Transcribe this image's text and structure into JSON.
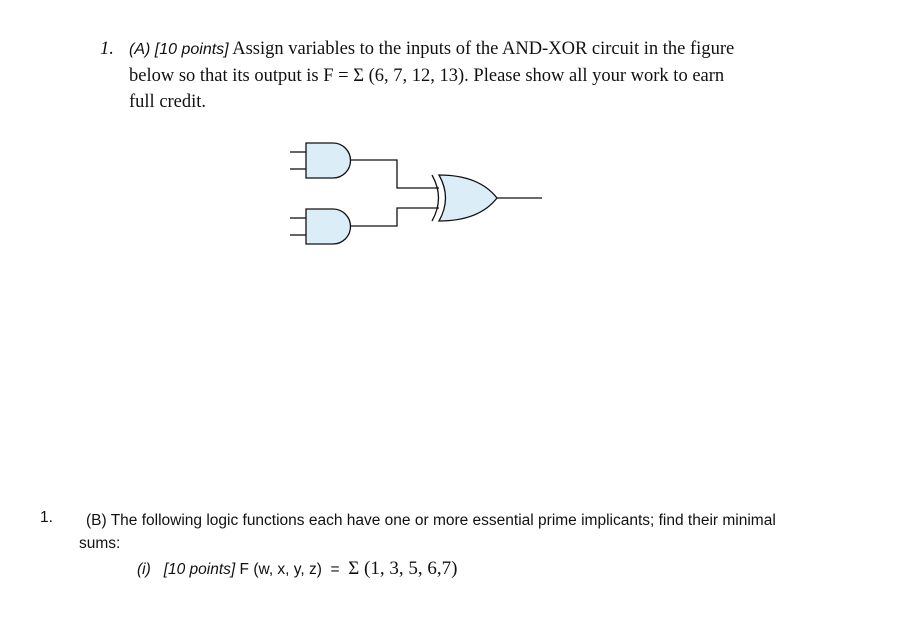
{
  "question_a": {
    "number": "1.",
    "label": "(A) [10 points]",
    "text_line1": "Assign variables to the inputs of the AND-XOR circuit in the figure",
    "text_line2": "below so that its output is F = Σ (6, 7, 12, 13). Please show all your work to earn",
    "text_line3": "full credit."
  },
  "circuit": {
    "gate_fill": "#dbeef8",
    "stroke": "#111111"
  },
  "question_b": {
    "number": "1.",
    "text": "(B) The following logic functions each have one or more essential prime implicants; find their minimal sums:",
    "item_label": "(i)",
    "item_points": "[10 points]",
    "item_func": "F (w, x, y, z)",
    "item_eq": "=",
    "item_expr": "Σ (1, 3, 5, 6,7)"
  }
}
